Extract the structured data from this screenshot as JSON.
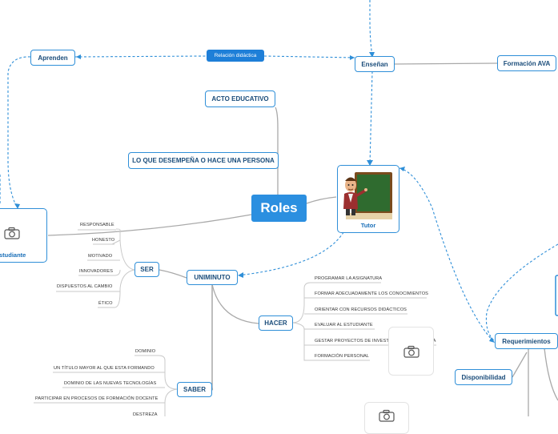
{
  "central": {
    "label": "Roles"
  },
  "nodes": {
    "acto_educativo": "ACTO EDUCATIVO",
    "lo_que_desempena": "LO QUE DESEMPEÑA O HACE UNA PERSONA",
    "aprenden": "Aprenden",
    "ensenan": "Enseñan",
    "formacion_ava": "Formación AVA",
    "tutor": "Tutor",
    "estudiante": "studiante",
    "uniminuto": "UNIMINUTO",
    "ser": "SER",
    "hacer": "HACER",
    "saber": "SABER",
    "requerimientos": "Requerimientos",
    "disponibilidad": "Disponibilidad"
  },
  "relation_label": "Relación didáctica",
  "ser_items": [
    "RESPONSABLE",
    "HONESTO",
    "MOTIVADO",
    "INNOVADORES",
    "DISPUESTOS AL CAMBIO",
    "ÉTICO"
  ],
  "hacer_items": [
    "PROGRAMAR LA ASIGNATURA",
    "FORMAR ADECUADAMENTE LOS CONOCIMIENTOS",
    "ORIENTAR CON RECURSOS DIDÁCTICOS",
    "EVALUAR AL ESTUDIANTE",
    "GESTAR PROYECTOS DE INVESTIGACIÓN FORMATIVA",
    "FORMACIÓN PERSONAL"
  ],
  "saber_items": [
    "DOMINIO",
    "UN  TÍTULO MAYOR AL QUE ESTA FORMANDO",
    "DOMINIO DE LAS NUEVAS TECNOLOGÍAS",
    "PARTICIPAR EN PROCESOS DE FORMACIÓN DOCENTE",
    "DESTREZA"
  ],
  "icons": {
    "camera": "camera-icon",
    "tutor_illustration": "teacher-chalkboard-icon"
  },
  "colors": {
    "accent": "#2b8fe0",
    "node_border": "#2f8fd8",
    "node_text": "#1a4c7a",
    "connector": "#aaaaaa",
    "dashed": "#2f8fd8"
  }
}
